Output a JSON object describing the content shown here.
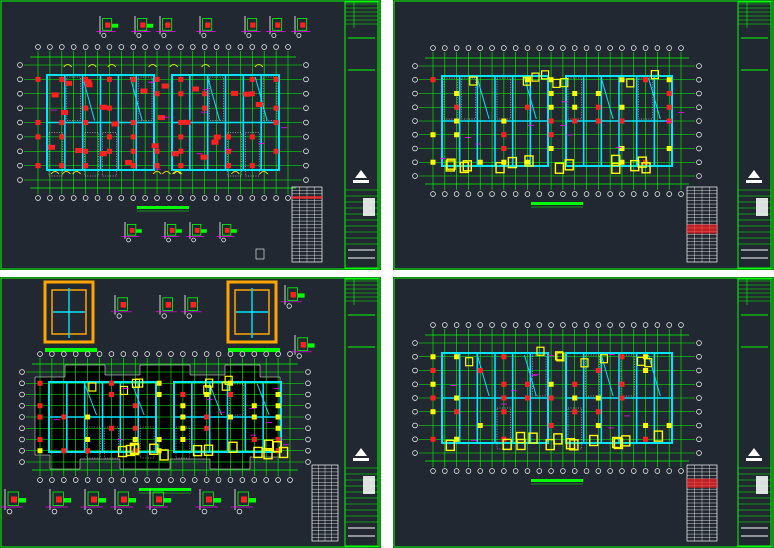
{
  "sheets": [
    {
      "id": "sheet-1",
      "kind": "plan-with-details"
    },
    {
      "id": "sheet-2",
      "kind": "plan"
    },
    {
      "id": "sheet-3",
      "kind": "foundation-plan-with-details"
    },
    {
      "id": "sheet-4",
      "kind": "plan"
    }
  ],
  "colors": {
    "background": "#222831",
    "frame": "#00ff00",
    "axis": "#00ff00",
    "walls": "#00e5ff",
    "columns": "#ff2020",
    "beams": "#ffff00",
    "hatch": "#ffffff",
    "rebar": "#ff00ff",
    "foundation": "#ffa500"
  }
}
